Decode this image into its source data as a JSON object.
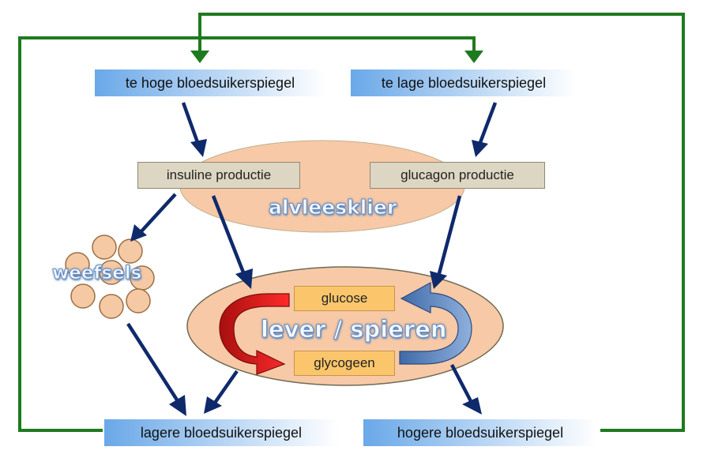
{
  "signals": {
    "high": "te hoge bloedsuikerspiegel",
    "low": "te lage bloedsuikerspiegel",
    "lower": "lagere bloedsuikerspiegel",
    "higher": "hogere bloedsuikerspiegel"
  },
  "pancreas": {
    "label": "alvleesklier",
    "insulin": "insuline productie",
    "glucagon": "glucagon productie"
  },
  "tissues": {
    "label": "weefsels"
  },
  "liver": {
    "label": "lever / spieren",
    "glucose": "glucose",
    "glycogen": "glycogeen"
  },
  "colors": {
    "feedback_line": "#1e7a1e",
    "arrow": "#0f2a6b",
    "ellipse_fill": "#f7c9a6",
    "red_arrow": "#d11a1a",
    "blue_arrow": "#5b82c0"
  }
}
